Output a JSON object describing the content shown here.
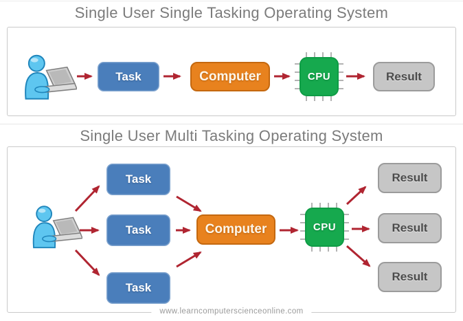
{
  "colors": {
    "task_blue": "#4a7ebb",
    "computer_orange": "#e8821e",
    "cpu_green": "#16a94e",
    "result_gray": "#c6c6c6",
    "arrow_red": "#b02531",
    "title_gray": "#7b7b7b"
  },
  "section1": {
    "title": "Single User Single Tasking Operating System",
    "task": "Task",
    "computer": "Computer",
    "cpu": "CPU",
    "result": "Result"
  },
  "section2": {
    "title": "Single User Multi Tasking Operating System",
    "tasks": [
      "Task",
      "Task",
      "Task"
    ],
    "computer": "Computer",
    "cpu": "CPU",
    "results": [
      "Result",
      "Result",
      "Result"
    ]
  },
  "footer": {
    "website": "www.learncomputerscienceonline.com"
  }
}
